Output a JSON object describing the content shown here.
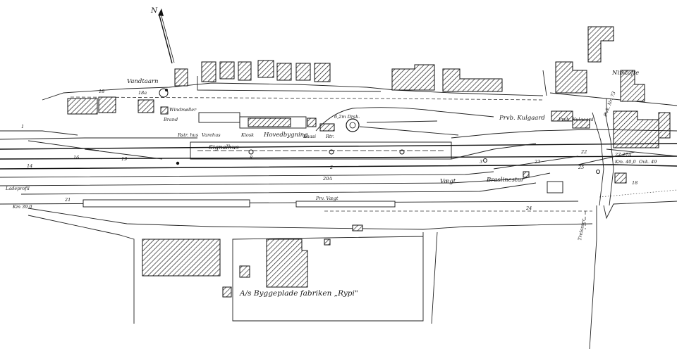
{
  "map": {
    "north": "N",
    "labels": {
      "vandtaarn": "Vandtaarn",
      "vandtaarn_no": "18a",
      "vindmoller": "Windmøller",
      "brand": "Brand",
      "vaerksted": "Rstr. hus",
      "varehus": "Varehus",
      "signalhus": "Signalhus",
      "kiosk": "Kiosk",
      "hovedbygning": "Hovedbygning",
      "kaasi": "Kaasi",
      "rtr": "Rtr.",
      "drejeskive": "6,2m Drsk.",
      "prvb_kulgaard": "Prvb. Kulgaard",
      "prvb_kulgaard2": "Prvb. Kulgaard",
      "nimtofte": "Nimtofte",
      "dvk_nr": "Dvk. Nr. 73",
      "brandkur": "Braslinestur",
      "vaegt": "Vægt",
      "prv_vaegt": "Prv. Vægt",
      "ladeprofil": "Ladeprofil",
      "km": "Km 39,0",
      "fabrik": "A/s Byggeplade fabriken „Rypi\"",
      "trelasser": "Trelasser",
      "km_right": "Km. 40,0",
      "ovk": "Ovk. 49",
      "num_27_27a": "27 27A",
      "num_20a": "20A",
      "num_19": "19",
      "num_18": "18",
      "num_16": "16",
      "num_14": "14",
      "num_8": "8",
      "num_2": "2",
      "num_3": "3",
      "num_21": "21",
      "num_23": "23",
      "num_22": "22",
      "num_24": "24",
      "num_25": "25",
      "num_1": "1",
      "num_18b": "18"
    }
  }
}
